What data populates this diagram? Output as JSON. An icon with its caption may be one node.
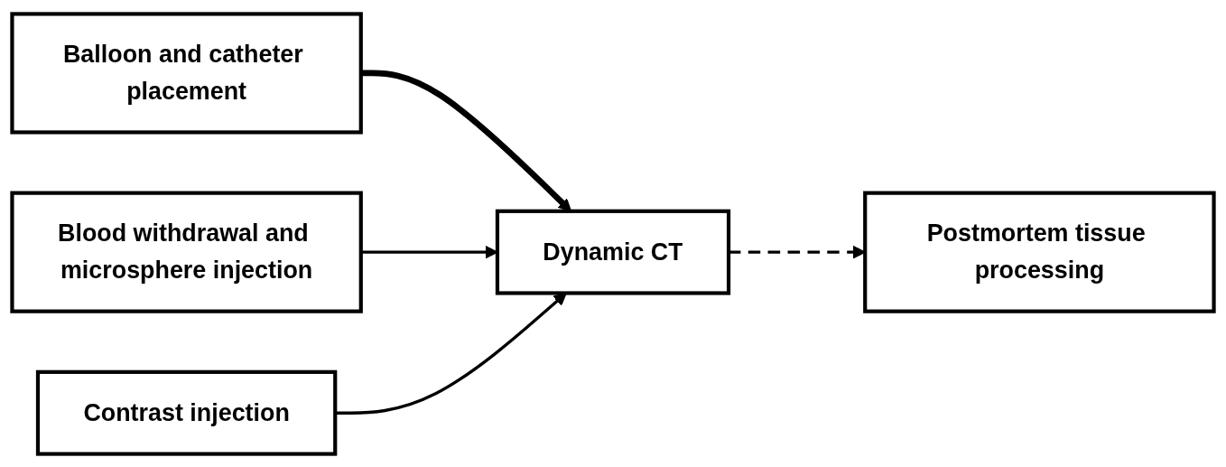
{
  "diagram": {
    "nodes": [
      {
        "text": [
          "Blood withdrawal and microsphere injection"
        ]
      },
      {
        "text": [
          "Balloon and catheter placement"
        ]
      },
      {
        "text": [
          "Dynamic CT"
        ]
      },
      {
        "text": [
          "Postmortem tissue processing"
        ]
      },
      {
        "text": [
          "Contrast injection"
        ]
      }
    ],
    "edges": [
      {
        "from": 1,
        "to": 2,
        "arrow": "to",
        "style": "thick"
      },
      {
        "from": 0,
        "to": 2,
        "arrow": "to"
      },
      {
        "from": 4,
        "to": 2,
        "arrow": "to"
      },
      {
        "from": 2,
        "to": 3,
        "arrow": "to",
        "style": "dashed"
      }
    ]
  }
}
